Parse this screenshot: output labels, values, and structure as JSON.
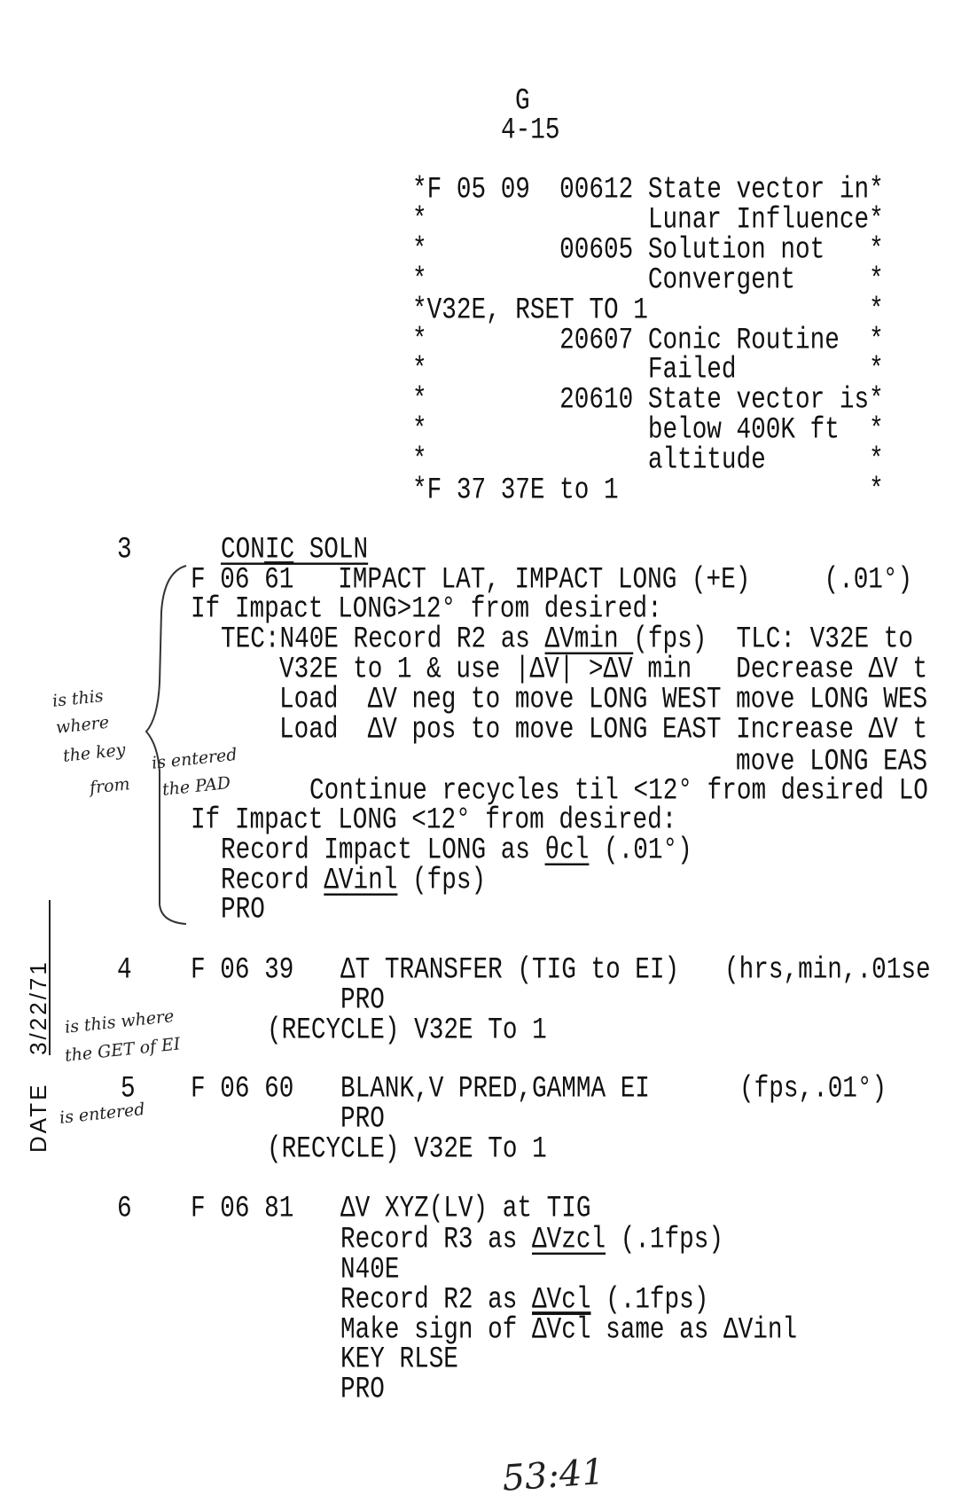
{
  "header": {
    "section": "G",
    "page": "4-15"
  },
  "error_block": [
    "*F 05 09  00612 State vector in*",
    "*               Lunar Influence*",
    "*         00605 Solution not   *",
    "*               Convergent     *",
    "*V32E, RSET TO 1               *",
    "*         20607 Conic Routine  *",
    "*               Failed         *",
    "*         20610 State vector is*",
    "*               below 400K ft  *",
    "*               altitude       *",
    "*F 37 37E to 1                 *"
  ],
  "step3": {
    "num": "3",
    "title": "CONIC SOLN",
    "f_a": "F 06 ",
    "f_b": "61",
    "f_rest": "   IMPACT LAT, IMPACT LONG (+E)     (.01°)",
    "if_gt": "If Impact LONG>12° from desired:",
    "tec_a": "TEC:N40E Record R2 as ",
    "tec_u": "ΔVmin ",
    "tec_b": "(fps)  TLC: V32E to",
    "v32_a": "V32E to 1 & use ",
    "v32_abs": "|ΔV|",
    "v32_b": " >ΔV min   Decrease ΔV t",
    "load_neg": "Load  ΔV neg to move LONG WEST move LONG WES",
    "load_pos": "Load  ΔV pos to move LONG EAST Increase ΔV t",
    "move_east": "move LONG EAS",
    "continue": "Continue recycles til <12° from desired LO",
    "if_lt": "If Impact LONG <12° from desired:",
    "rec1_a": "Record Impact LONG as ",
    "rec1_u": "θcl",
    "rec1_b": " (.01°)",
    "rec2_a": "Record ",
    "rec2_u": "ΔVinl",
    "rec2_b": " (fps)",
    "pro": "PRO"
  },
  "step4": {
    "num": "4",
    "code": "F 06 39",
    "desc": "ΔT TRANSFER (TIG to EI)",
    "units": "(hrs,min,.01se",
    "pro": "PRO",
    "recycle": "(RECYCLE) V32E To 1"
  },
  "step5": {
    "num": "5",
    "code": "F 06 60",
    "desc": "BLANK,V PRED,GAMMA EI",
    "units": "(fps,.01°)",
    "pro": "PRO",
    "recycle": "(RECYCLE) V32E To 1"
  },
  "step6": {
    "num": "6",
    "code": "F 06 81",
    "desc": "ΔV XYZ(LV) at TIG",
    "r3_a": "Record R3 as ",
    "r3_u": "ΔVzcl",
    "r3_b": " (.1fps)",
    "n40e": "N40E",
    "r2_a": "Record R2 as ",
    "r2_u": "ΔVcl",
    "r2_b": " (.1fps)",
    "sign_a": "Make sign of ",
    "sign_o": "ΔVcl",
    "sign_b": " same as ΔVinl",
    "key": "KEY RLSE",
    "pro": "PRO"
  },
  "stamp": {
    "label": "DATE",
    "date": "3/22/71"
  },
  "handwriting": {
    "note1": [
      "is this",
      "where",
      "the key",
      "is entered",
      "from",
      "the PAD"
    ],
    "note2": [
      "is this where",
      "the GET of EI",
      "is entered"
    ],
    "page_no": "53:41"
  }
}
